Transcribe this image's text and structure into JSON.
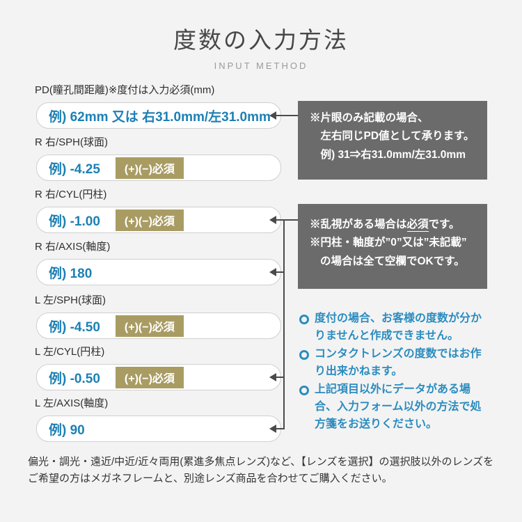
{
  "header": {
    "title": "度数の入力方法",
    "subtitle": "INPUT METHOD"
  },
  "colors": {
    "background": "#f3f3f3",
    "accent_blue": "#1d80b4",
    "bullet_blue": "#2b8cbf",
    "badge_gold": "#a99c63",
    "note_gray": "#6b6b6b",
    "line_gray": "#4a4a4a"
  },
  "fields": [
    {
      "label": "PD(瞳孔間距離)※度付は入力必須(mm)",
      "example": "例) 62mm 又は 右31.0mm/左31.0mm",
      "badge": ""
    },
    {
      "label": "R 右/SPH(球面)",
      "example": "例) -4.25",
      "badge": "(+)(−)必須"
    },
    {
      "label": "R 右/CYL(円柱)",
      "example": "例) -1.00",
      "badge": "(+)(−)必須"
    },
    {
      "label": "R 右/AXIS(軸度)",
      "example": "例) 180",
      "badge": ""
    },
    {
      "label": "L 左/SPH(球面)",
      "example": "例) -4.50",
      "badge": "(+)(−)必須"
    },
    {
      "label": "L 左/CYL(円柱)",
      "example": "例) -0.50",
      "badge": "(+)(−)必須"
    },
    {
      "label": "L 左/AXIS(軸度)",
      "example": "例) 90",
      "badge": ""
    }
  ],
  "notes": {
    "pd_note": "※片眼のみ記載の場合、\n　左右同じPD値として承ります。\n　例) 31⇒右31.0mm/左31.0mm",
    "cyl_note": {
      "line1_pre": "※乱視がある場合は",
      "line1_underlined": "必須",
      "line1_post": "です。",
      "line2": "※円柱・軸度が”0”又は”未記載”",
      "line3": "の場合は全て空欄でOKです。"
    }
  },
  "bullets": [
    "度付の場合、お客様の度数が分かりませんと作成できません。",
    "コンタクトレンズの度数ではお作り出来かねます。",
    "上記項目以外にデータがある場合、入力フォーム以外の方法で処方箋をお送りください。"
  ],
  "footer": {
    "text": "偏光・調光・遠近/中近/近々両用(累進多焦点レンズ)など、【レンズを選択】の選択肢以外のレンズをご希望の方はメガネフレームと、別途レンズ商品を合わせてご購入ください。"
  }
}
